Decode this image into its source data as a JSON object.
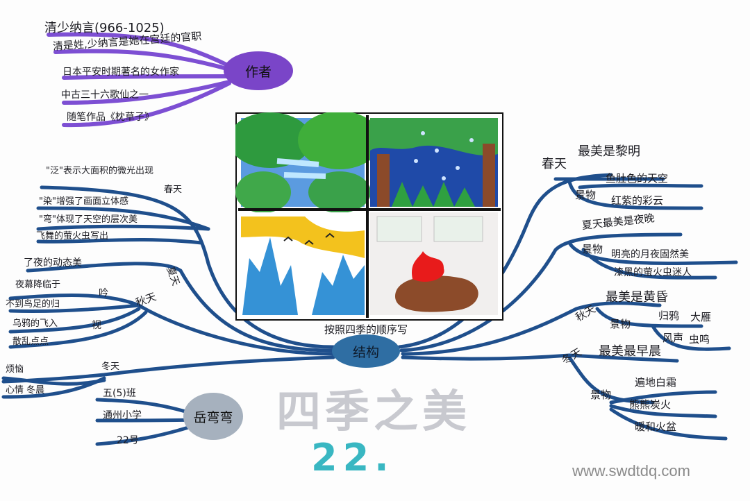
{
  "center": {
    "label": "结构",
    "caption": "按照四季的顺序写"
  },
  "author": {
    "hub": "作者",
    "lines": [
      "清少纳言(966-1025)",
      "清是姓,少纳言是她在宫廷的官职",
      "日本平安时期著名的女作家",
      "中古三十六歌仙之一",
      "随笔作品《枕草子》"
    ]
  },
  "left_spring": {
    "label": "春天",
    "lines": [
      "\"泛\"表示大面积的微光出现",
      "\"染\"增强了画面立体感",
      "\"弯\"体现了天空的层次美"
    ]
  },
  "left_summer": {
    "label": "夏天",
    "lines": [
      "飞舞的萤火虫写出",
      "了夜的动态美"
    ]
  },
  "left_autumn": {
    "label": "秋天",
    "lines": [
      "夜幕降临于",
      "不到鸟足的归",
      "乌鸦的飞入",
      "散乱点点"
    ],
    "side": [
      "吟",
      "视"
    ]
  },
  "left_winter": {
    "label": "冬天",
    "lines": [
      "心情 冬晨"
    ]
  },
  "left_winter_top": "烦恼",
  "student": {
    "name": "岳弯弯",
    "lines": [
      "五(5)班",
      "通州小学",
      "22号"
    ]
  },
  "spring": {
    "label": "春天",
    "best": "最美是黎明",
    "scene": "景物",
    "items": [
      "鱼肚色的天空",
      "红紫的彩云"
    ]
  },
  "summer": {
    "label": "夏天最美是夜晚",
    "scene": "景物",
    "items": [
      "明亮的月夜固然美",
      "漆黑的萤火虫迷人"
    ]
  },
  "autumn": {
    "label": "秋天",
    "best": "最美是黄昏",
    "scene": "景物",
    "items": [
      "归鸦",
      "大雁",
      "风声",
      "虫鸣"
    ]
  },
  "winter": {
    "label": "冬天",
    "best": "最美最早晨",
    "scene": "景物",
    "items": [
      "遍地白霜",
      "熊熊炭火",
      "暖和火盆"
    ]
  },
  "title": "四季之美",
  "number": "22.",
  "watermark": "www.swdtdq.com",
  "colors": {
    "branch": "#1f4f8c",
    "author_hub": "#7a45c8",
    "center_hub": "#2f6ea3",
    "student_hub": "#9aa6b4"
  }
}
